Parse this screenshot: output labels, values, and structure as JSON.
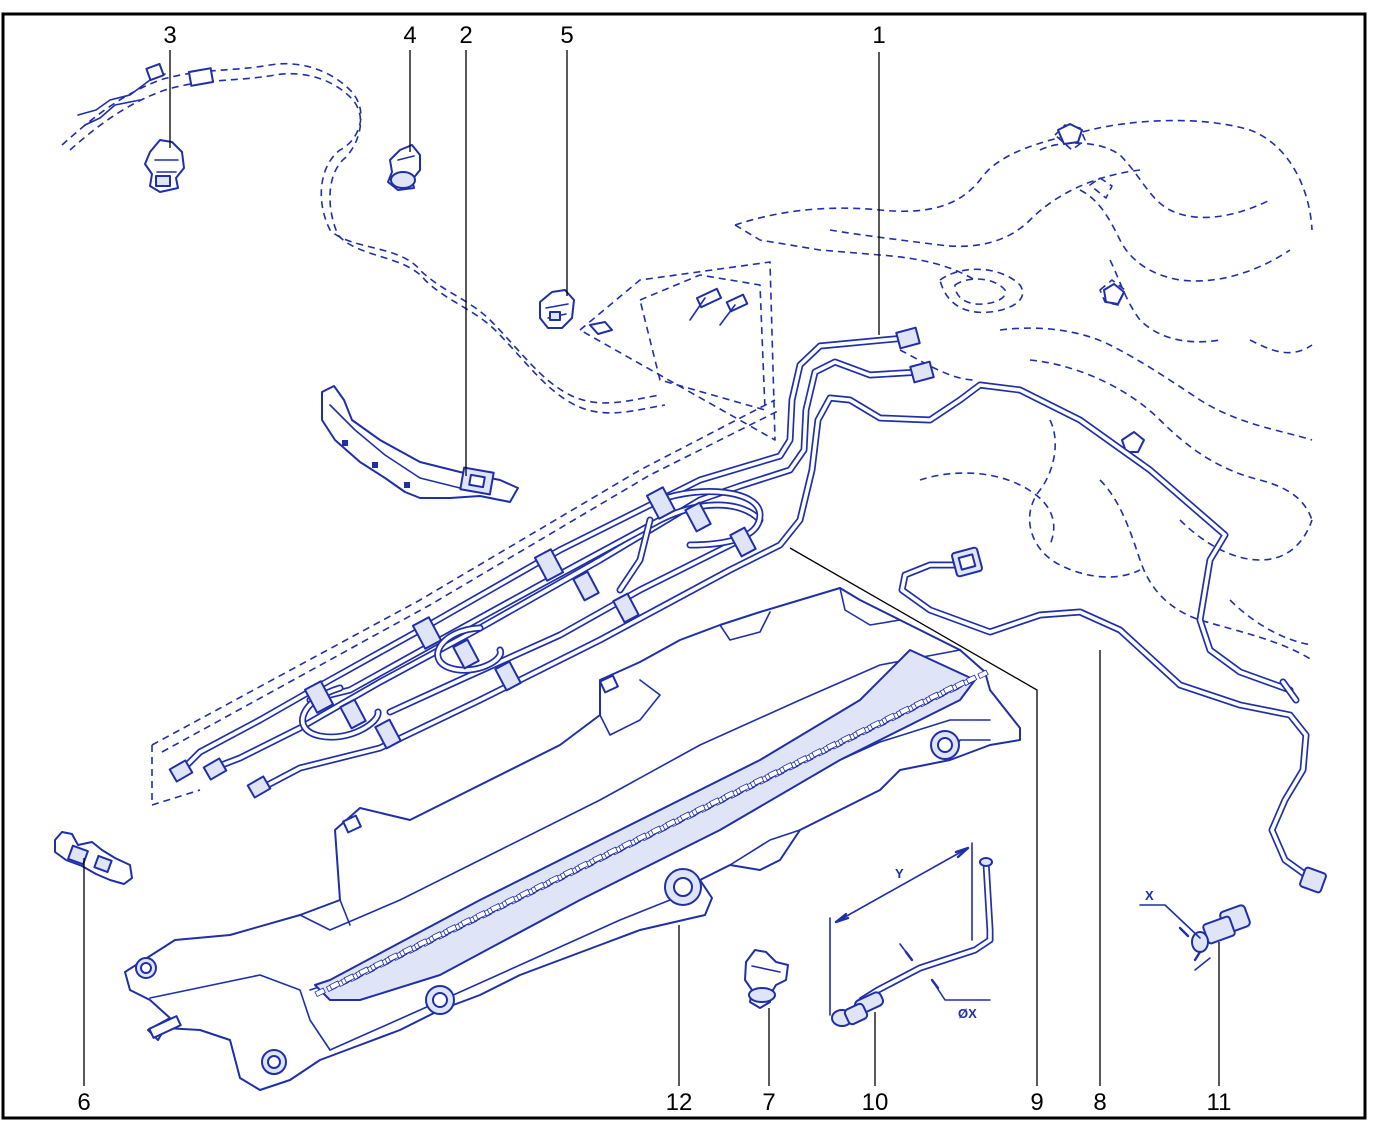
{
  "diagram": {
    "callouts": [
      {
        "id": "c1",
        "text": "1"
      },
      {
        "id": "c2",
        "text": "2"
      },
      {
        "id": "c3",
        "text": "3"
      },
      {
        "id": "c4",
        "text": "4"
      },
      {
        "id": "c5",
        "text": "5"
      },
      {
        "id": "c6",
        "text": "6"
      },
      {
        "id": "c7",
        "text": "7"
      },
      {
        "id": "c8",
        "text": "8"
      },
      {
        "id": "c9",
        "text": "9"
      },
      {
        "id": "c10",
        "text": "10"
      },
      {
        "id": "c11",
        "text": "11"
      },
      {
        "id": "c12",
        "text": "12"
      }
    ],
    "dimensions": {
      "y": "Y",
      "x": "X",
      "dia_x": "ØX"
    },
    "colors": {
      "line": "#1f2fa8",
      "frame": "#000000",
      "background": "#ffffff"
    }
  }
}
